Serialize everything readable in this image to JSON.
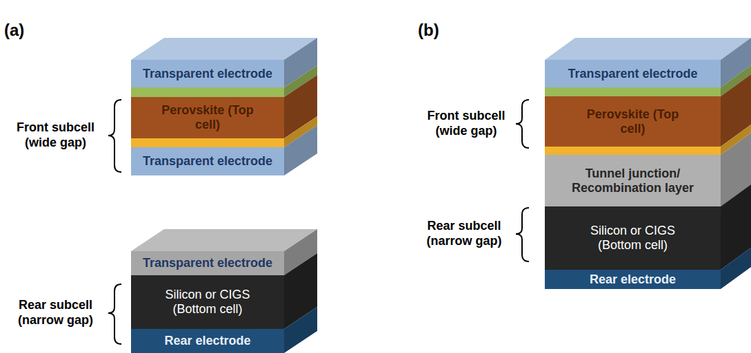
{
  "diagram": {
    "nodes": [
      {
        "text": [
          "Transparent electrode"
        ]
      },
      {
        "text": [
          "Perovskite (Top cell)"
        ]
      },
      {
        "text": [
          "Transparent electrode"
        ]
      },
      {
        "text": [
          "Transparent electrode"
        ]
      },
      {
        "text": [
          "Silicon or CIGS (Bottom cell)"
        ]
      },
      {
        "text": [
          "Rear electrode"
        ]
      },
      {
        "text": [
          "Transparent electrode"
        ]
      },
      {
        "text": [
          "Perovskite (Top cell)"
        ]
      },
      {
        "text": [
          "Tunnel junction/ Recombination layer"
        ]
      },
      {
        "text": [
          "Silicon or CIGS (Bottom cell)"
        ]
      },
      {
        "text": [
          "Rear electrode"
        ]
      }
    ],
    "labels": [
      "(a)",
      "Front subcell (wide gap)",
      "Rear subcell (narrow gap)",
      "(b)",
      "Front subcell (wide gap)",
      "Rear subcell (narrow gap)"
    ]
  }
}
